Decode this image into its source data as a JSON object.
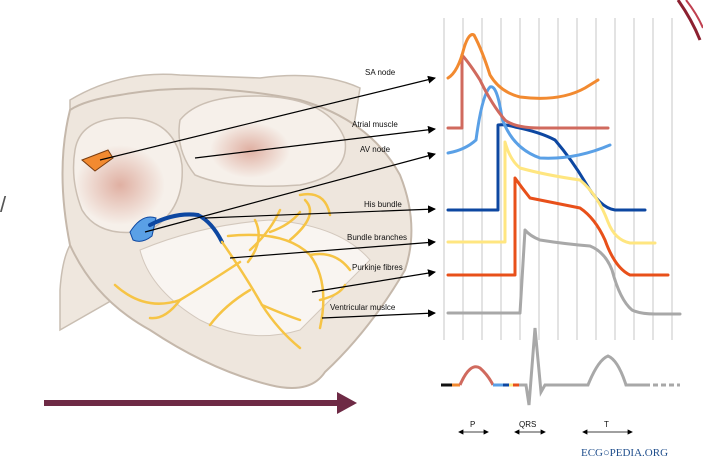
{
  "labels": {
    "sa_node": "SA node",
    "atrial_muscle": "Atrial muscle",
    "av_node": "AV node",
    "his_bundle": "His bundle",
    "bundle_branches": "Bundle branches",
    "purkinje_fibres": "Purkinje fibres",
    "ventricular_muscle": "Ventricular muslce"
  },
  "ecg": {
    "p": "P",
    "qrs": "QRS",
    "t": "T"
  },
  "logo": {
    "text": "ECG○PEDIA.ORG"
  },
  "left_glyph": "/",
  "colors": {
    "sa_node": "#f28a30",
    "atrial_muscle": "#d06a5e",
    "av_node": "#5aa0e6",
    "his_bundle": "#0d47a1",
    "bundle_branches": "#ffe680",
    "purkinje_fibres": "#e8501a",
    "ventricular_muscle": "#a8a8a8",
    "fibres": "#f6c445",
    "arrow": "#6e2a45",
    "logo": "#1f4e8c"
  }
}
